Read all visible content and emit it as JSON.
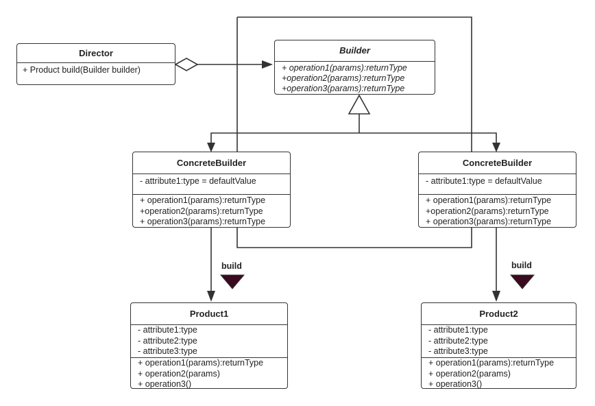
{
  "director": {
    "name": "Director",
    "operations": [
      "+ Product build(Builder builder)"
    ]
  },
  "builder": {
    "name": "Builder",
    "abstract": true,
    "operations": [
      "+ operation1(params):returnType",
      "+operation2(params):returnType",
      "+operation3(params):returnType"
    ]
  },
  "concrete_builder_left": {
    "name": "ConcreteBuilder",
    "attributes": [
      "- attribute1:type = defaultValue"
    ],
    "operations": [
      "+ operation1(params):returnType",
      "+operation2(params):returnType",
      "+ operation3(params):returnType"
    ]
  },
  "concrete_builder_right": {
    "name": "ConcreteBuilder",
    "attributes": [
      "- attribute1:type = defaultValue"
    ],
    "operations": [
      "+ operation1(params):returnType",
      "+operation2(params):returnType",
      "+ operation3(params):returnType"
    ]
  },
  "product1": {
    "name": "Product1",
    "attributes": [
      "- attribute1:type",
      "- attribute2:type",
      "- attribute3:type"
    ],
    "operations": [
      "+ operation1(params):returnType",
      "+ operation2(params)",
      "+ operation3()"
    ]
  },
  "product2": {
    "name": "Product2",
    "attributes": [
      "- attribute1:type",
      "- attribute2:type",
      "- attribute3:type"
    ],
    "operations": [
      "+ operation1(params):returnType",
      "+ operation2(params)",
      "+ operation3()"
    ]
  },
  "build_labels": {
    "left": "build",
    "right": "build"
  },
  "colors": {
    "line": "#333333",
    "build_marker": "#3a0a1e"
  }
}
